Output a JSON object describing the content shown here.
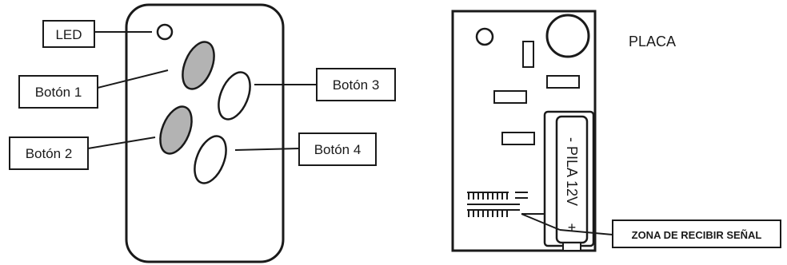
{
  "labels": {
    "led": "LED",
    "boton1": "Botón 1",
    "boton2": "Botón 2",
    "boton3": "Botón 3",
    "boton4": "Botón 4",
    "placa": "PLACA",
    "pila": "- PILA 12V",
    "pila_plus": "+",
    "zona": "ZONA DE RECIBIR SEÑAL"
  },
  "colors": {
    "ink": "#1a1a1a",
    "button_fill": "#b3b3b3",
    "background": "#ffffff"
  }
}
